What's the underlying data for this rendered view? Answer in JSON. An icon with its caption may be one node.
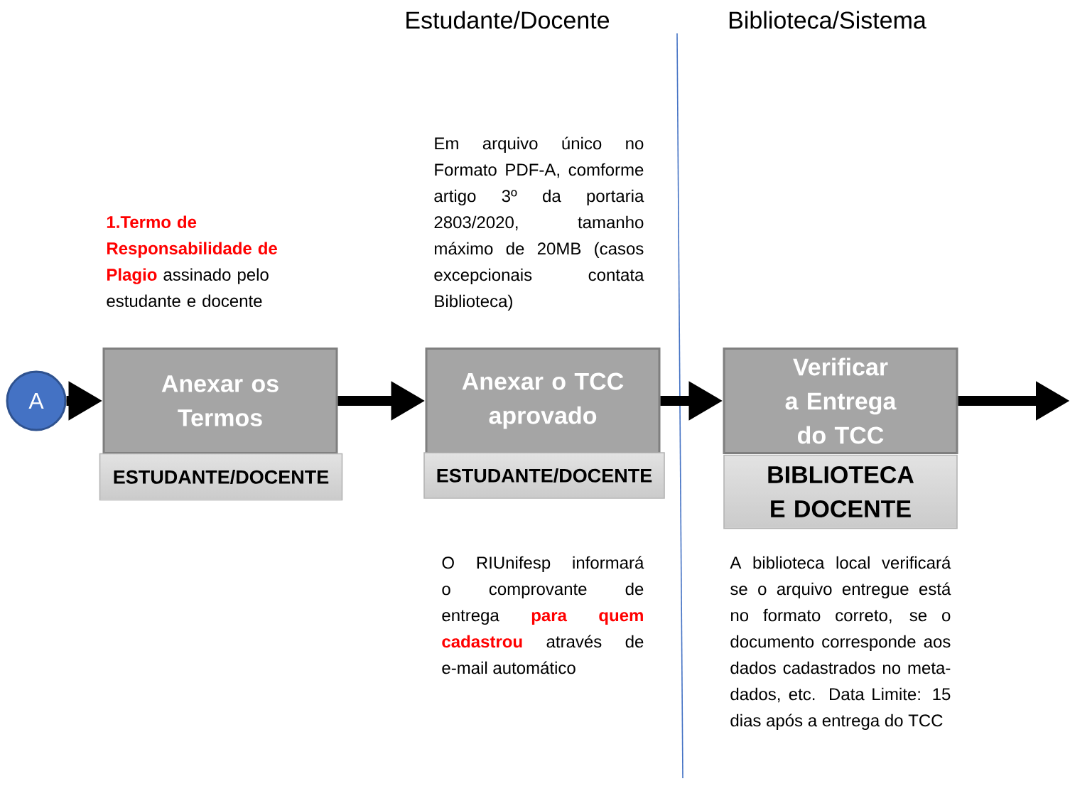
{
  "diagram": {
    "nodes": [
      {
        "text": [
          "A"
        ]
      },
      {
        "text": [
          "Anexar os Termos"
        ],
        "beside": [
          "**1.Termo de Responsabilidade de Plagio** assinado pelo estudante e docente"
        ]
      },
      {
        "text": [
          "ESTUDANTE/DOCENTE"
        ]
      },
      {
        "text": [
          "Anexar o TCC aprovado"
        ],
        "beside": [
          "Em arquivo único no Formato PDF-A, comforme artigo 3º da portaria 2803/2020, tamanho máximo de 20MB (casos excepcionais contata Biblioteca)"
        ]
      },
      {
        "text": [
          "ESTUDANTE/DOCENTE"
        ],
        "beside": [
          "O RIUnifesp informará o comprovante de entrega **para quem cadastrou** através de e-mail automático"
        ]
      },
      {
        "text": [
          "Verificar a Entrega do TCC"
        ]
      },
      {
        "text": [
          "BIBLIOTECA E DOCENTE"
        ],
        "beside": [
          "A biblioteca local verificará se o arquivo entregue está no formato correto, se o documento corresponde aos dados cadastrados no meta-dados, etc. Data Limite: 15 dias após a entrega do TCC"
        ]
      }
    ],
    "edges": [
      {
        "from": 0,
        "to": 1,
        "arrow": "to"
      },
      {
        "from": 1,
        "to": 3,
        "arrow": "to"
      },
      {
        "from": 3,
        "to": 5,
        "arrow": "to"
      },
      {
        "from": 5,
        "to": null,
        "arrow": "to"
      }
    ],
    "labels": [
      "Estudante/Docente",
      "Biblioteca/Sistema"
    ]
  }
}
